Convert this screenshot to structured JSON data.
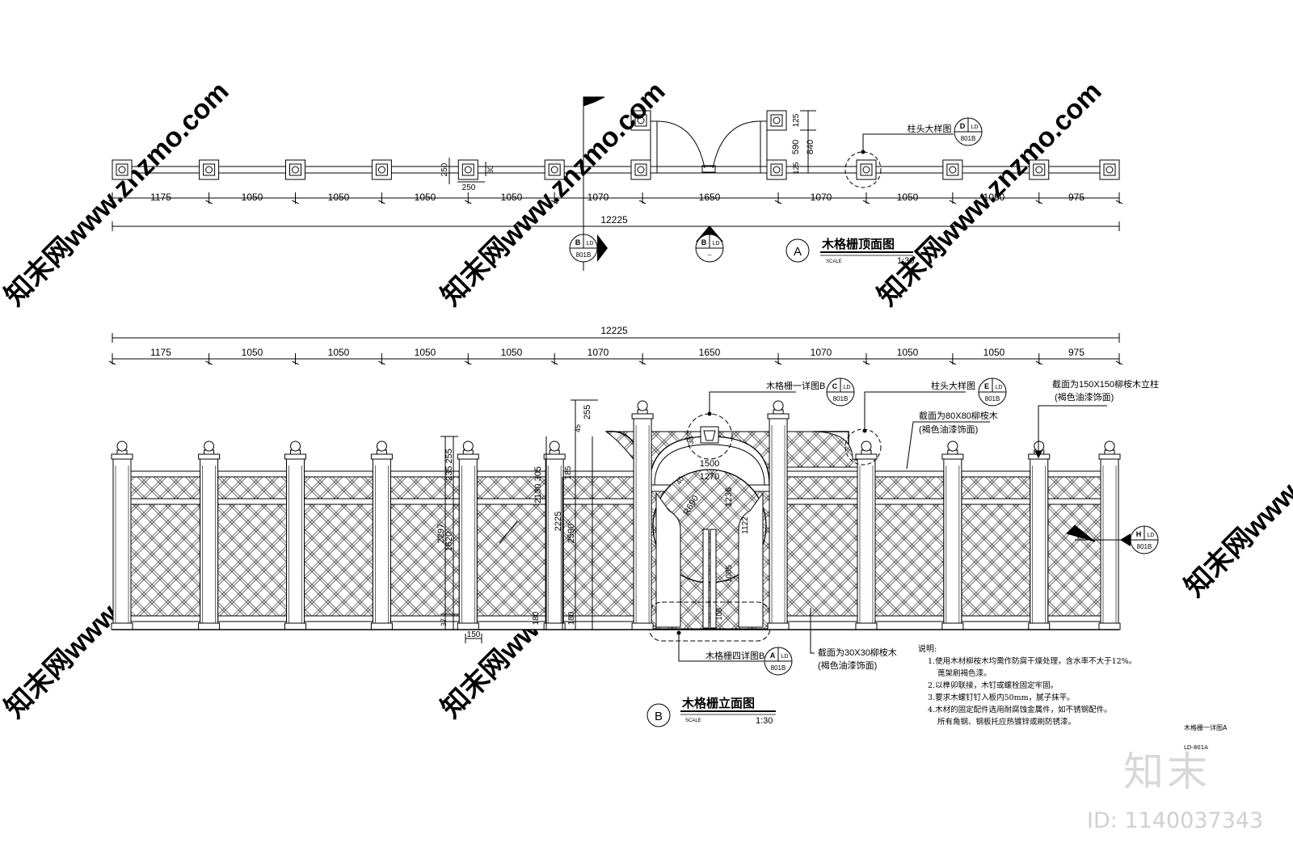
{
  "plan": {
    "title": "木格栅顶面图",
    "label": "A",
    "scale_word": "SCALE",
    "scale": "1:30",
    "total": "12225",
    "spans": [
      "1175",
      "1050",
      "1050",
      "1050",
      "1050",
      "1070",
      "1650",
      "1070",
      "1050",
      "1050",
      "975"
    ],
    "dim_250a": "250",
    "dim_250b": "250",
    "dim_80": "80",
    "dim_125a": "125",
    "dim_590": "590",
    "dim_840": "840",
    "dim_125b": "125",
    "callout_d_label": "柱头大样图",
    "callout_d": {
      "letter": "D",
      "ld": "LD",
      "sheet": "801B"
    },
    "section_b1": {
      "letter": "B",
      "ld": "LD",
      "sheet": "801B"
    },
    "section_b2": {
      "letter": "B",
      "ld": "LD",
      "sheet": "--"
    }
  },
  "elev": {
    "title": "木格栅立面图",
    "label": "B",
    "scale_word": "SCALE",
    "scale": "1:30",
    "total": "12225",
    "spans": [
      "1175",
      "1050",
      "1050",
      "1050",
      "1050",
      "1070",
      "1650",
      "1070",
      "1050",
      "1050",
      "975"
    ],
    "callout_c_label": "木格栅一详图B",
    "callout_c": {
      "letter": "C",
      "ld": "LD",
      "sheet": "801B"
    },
    "callout_e_label": "柱头大样图",
    "callout_e": {
      "letter": "E",
      "ld": "LD",
      "sheet": "801B"
    },
    "callout_a_label": "木格栅四详图B",
    "callout_a": {
      "letter": "A",
      "ld": "LD",
      "sheet": "801B"
    },
    "callout_h": {
      "letter": "H",
      "ld": "LD",
      "sheet": "801B"
    },
    "post_note": "截面为150X150柳桉木立柱",
    "post_note2": "(褐色油漆饰面)",
    "rail_note": "截面为80X80柳桉木",
    "rail_note2": "(褐色油漆饰面)",
    "lattice_note": "截面为30X30柳桉木",
    "lattice_note2": "(褐色油漆饰面)",
    "dim_1500": "1500",
    "dim_1270": "1270",
    "dim_1236": "1236",
    "dim_R690": "R690",
    "dim_150": "150",
    "dim_180": "180",
    "dim_37": "37",
    "dim_1620": "1620",
    "dim_2297": "2297",
    "dim_2255": "235 255",
    "dim_2305": "2130 305",
    "dim_255": "255",
    "dim_45": "45",
    "dim_185": "185",
    "dim_2590": "2590",
    "dim_2225": "2225",
    "dim_1122": "1122",
    "dim_1005": "1005",
    "dim_100": "100",
    "dim_30": "30",
    "dim_40": "40"
  },
  "notes": {
    "heading": "说明:",
    "items": [
      "1.使用木材柳桉木均需作防腐干燥处理，含水率不大于12%。",
      "蓖架刷褐色漆。",
      "2.以榫卯联接，木钉或螺栓固定牢固。",
      "3.要求木螺钉钉入板内50mm，腻子抹平。",
      "4.木材的固定配件选用耐腐蚀金属件，如不锈钢配件。",
      "所有角钢、钢板托应热镀锌或刷防锈漆。"
    ]
  },
  "sheet": {
    "name": "木格栅一详图A",
    "code": "LD-801A"
  },
  "watermark": {
    "brand": "知末",
    "id": "ID: 1140037343",
    "site": "知末网www.znzmo.com"
  }
}
